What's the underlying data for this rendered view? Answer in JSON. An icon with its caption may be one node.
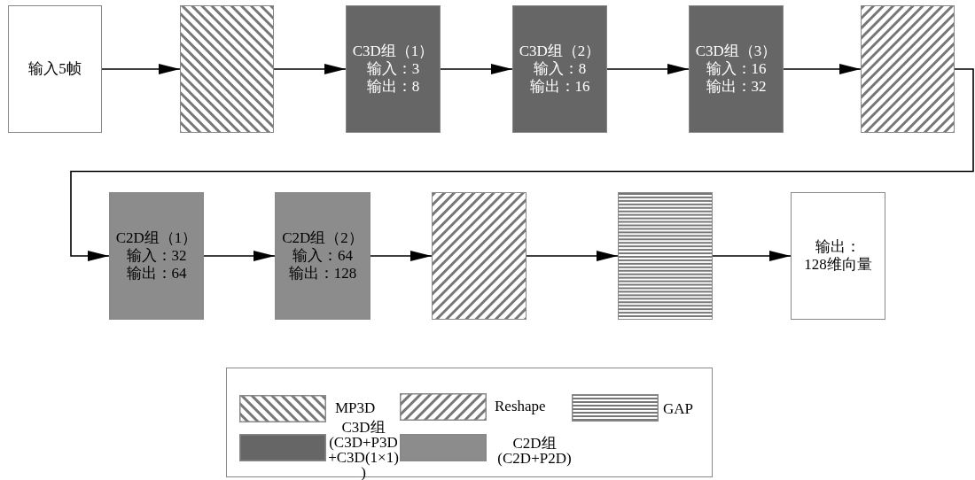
{
  "diagram": {
    "nodes": [
      {
        "text": [
          "输入5帧"
        ]
      },
      {
        "text": [],
        "shape": "box"
      },
      {
        "text": [
          "C3D组（1）",
          "输入：3",
          "输出：8"
        ]
      },
      {
        "text": [
          "C3D组（2）",
          "输入：8",
          "输出：16"
        ]
      },
      {
        "text": [
          "C3D组（3）",
          "输入：16",
          "输出：32"
        ]
      },
      {
        "text": [],
        "shape": "box"
      },
      {
        "text": [
          "C2D组（1）",
          "输入：32",
          "输出：64"
        ]
      },
      {
        "text": [
          "C2D组（2）",
          "输入：64",
          "输出：128"
        ]
      },
      {
        "text": [],
        "shape": "box"
      },
      {
        "text": [],
        "shape": "box"
      },
      {
        "text": [
          "输出：",
          "128维向量"
        ]
      }
    ],
    "edges": [
      {
        "from": 0,
        "to": 1,
        "arrow": "to"
      },
      {
        "from": 1,
        "to": 2,
        "arrow": "to"
      },
      {
        "from": 2,
        "to": 3,
        "arrow": "to"
      },
      {
        "from": 3,
        "to": 4,
        "arrow": "to"
      },
      {
        "from": 4,
        "to": 5,
        "arrow": "to"
      },
      {
        "from": 5,
        "to": 6,
        "arrow": "to"
      },
      {
        "from": 6,
        "to": 7,
        "arrow": "to"
      },
      {
        "from": 7,
        "to": 8,
        "arrow": "to"
      },
      {
        "from": 8,
        "to": 9,
        "arrow": "to"
      },
      {
        "from": 9,
        "to": 10,
        "arrow": "to"
      }
    ],
    "legend": [
      {
        "text": "MP3D"
      },
      {
        "text": "Reshape"
      },
      {
        "text": "GAP"
      },
      {
        "text": "C3D组 (C3D+P3D+C3D(1×1))",
        "color": "#666666"
      },
      {
        "text": "C2D组 (C2D+P2D)",
        "color": "#8c8c8c"
      }
    ]
  }
}
